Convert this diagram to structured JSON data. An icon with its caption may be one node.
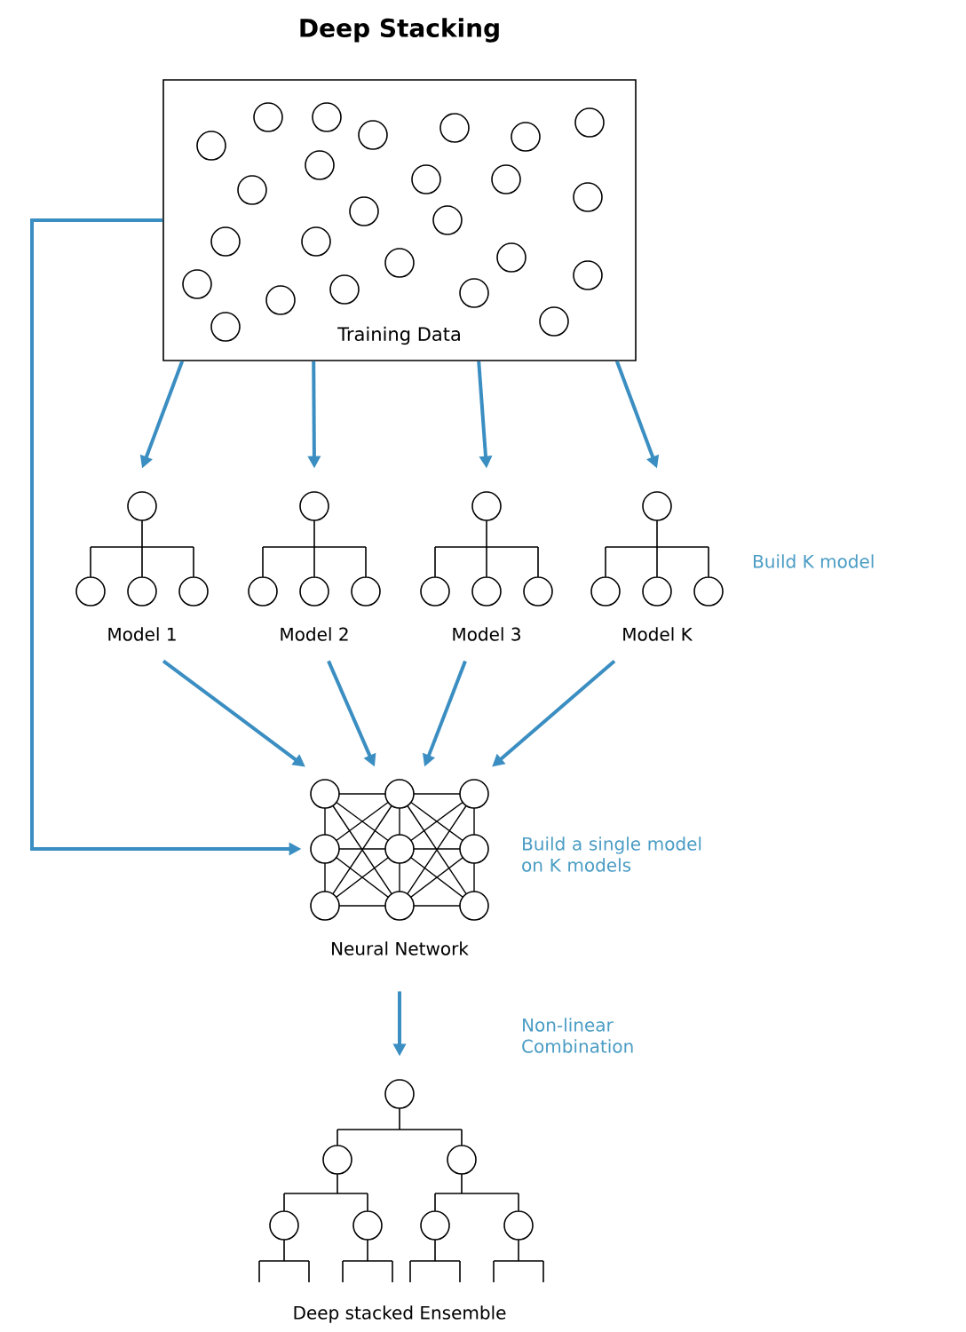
{
  "diagram": {
    "title": "Deep Stacking",
    "nodes": [
      {
        "text": [
          "Training Data"
        ]
      },
      {
        "text": [
          "Model 1"
        ]
      },
      {
        "text": [
          "Model 2"
        ]
      },
      {
        "text": [
          "Model 3"
        ]
      },
      {
        "text": [
          "Model K"
        ]
      },
      {
        "text": [
          "Neural Network"
        ]
      },
      {
        "text": [
          "Deep stacked Ensemble"
        ]
      }
    ],
    "edges": [
      {
        "from": 0,
        "to": 1,
        "arrow": "to"
      },
      {
        "from": 0,
        "to": 2,
        "arrow": "to"
      },
      {
        "from": 0,
        "to": 3,
        "arrow": "to"
      },
      {
        "from": 0,
        "to": 4,
        "arrow": "to"
      },
      {
        "from": 1,
        "to": 5,
        "arrow": "to"
      },
      {
        "from": 2,
        "to": 5,
        "arrow": "to"
      },
      {
        "from": 3,
        "to": 5,
        "arrow": "to"
      },
      {
        "from": 4,
        "to": 5,
        "arrow": "to"
      },
      {
        "from": 0,
        "to": 5,
        "arrow": "to"
      },
      {
        "from": 5,
        "to": 6,
        "arrow": "to"
      }
    ],
    "labels": [
      "Build K model",
      "Build a single model on K models",
      "Non-linear Combination"
    ]
  }
}
